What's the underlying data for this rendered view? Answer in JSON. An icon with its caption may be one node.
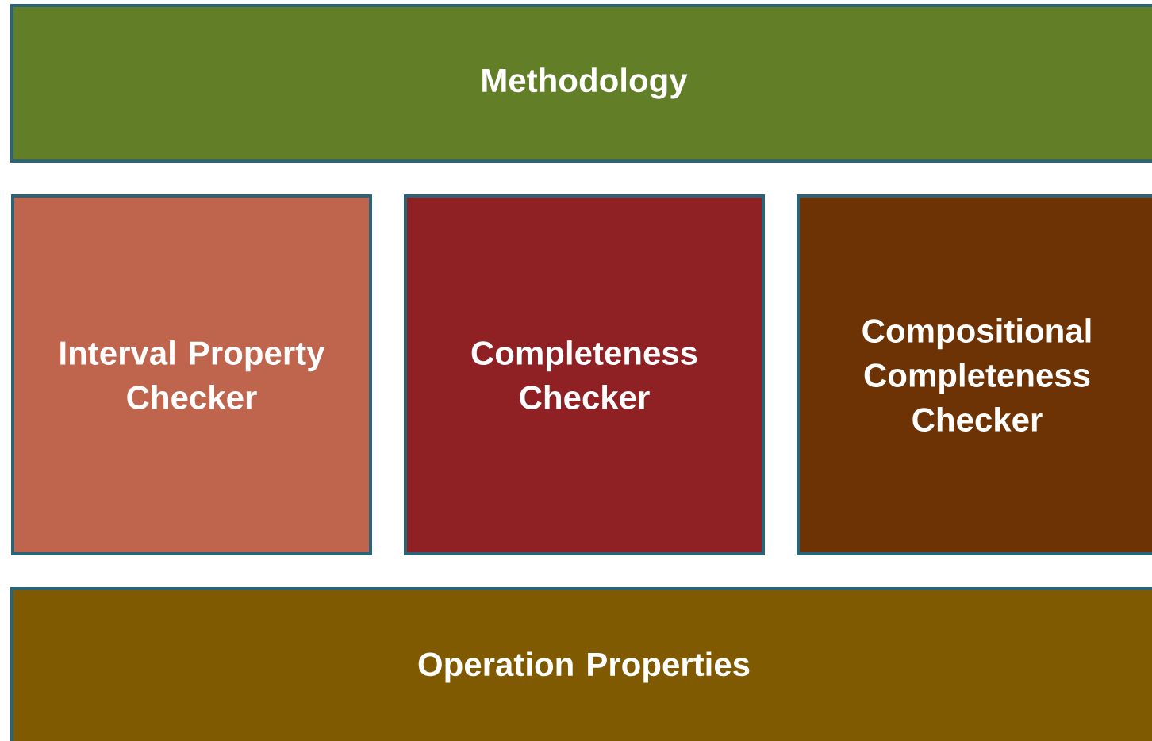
{
  "diagram": {
    "nodes": [
      {
        "text": [
          "Methodology"
        ]
      },
      {
        "text": [
          "Interval Property Checker"
        ]
      },
      {
        "text": [
          "Completeness Checker"
        ]
      },
      {
        "text": [
          "Compositional Completeness Checker"
        ]
      },
      {
        "text": [
          "Operation Properties"
        ]
      }
    ]
  }
}
